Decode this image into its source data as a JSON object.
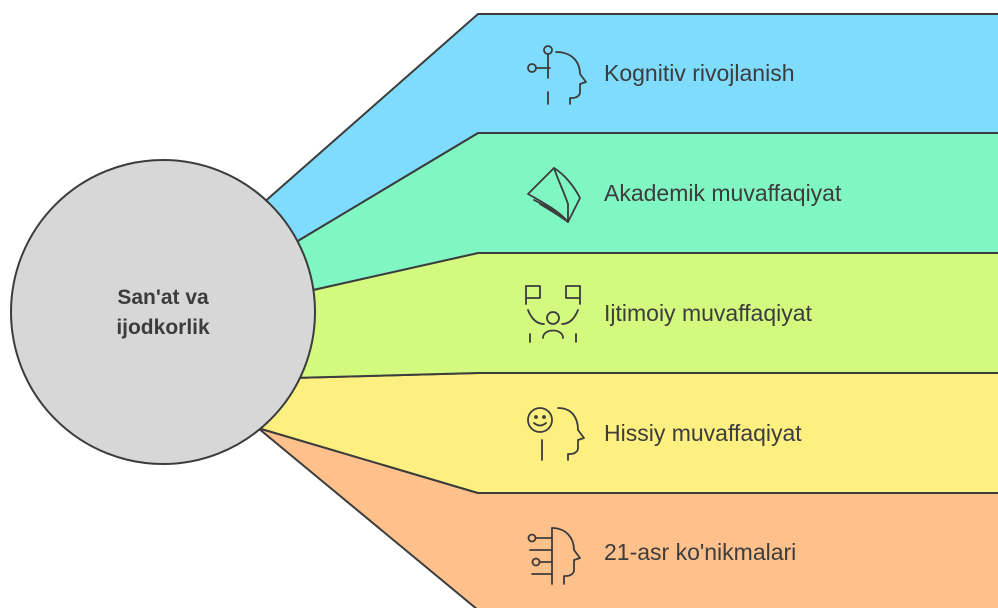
{
  "hub": {
    "line1": "San'at va",
    "line2": "ijodkorlik",
    "color": "#d7d7d7"
  },
  "branches": [
    {
      "label": "Kognitiv rivojlanish",
      "icon": "head-network-icon",
      "color": "#7fdcfd"
    },
    {
      "label": "Akademik muvaffaqiyat",
      "icon": "open-book-icon",
      "color": "#80f6c2"
    },
    {
      "label": "Ijtimoiy muvaffaqiyat",
      "icon": "group-people-icon",
      "color": "#d3f97f"
    },
    {
      "label": "Hissiy muvaffaqiyat",
      "icon": "emotional-head-icon",
      "color": "#fdf080"
    },
    {
      "label": "21-asr ko'nikmalari",
      "icon": "head-circuit-icon",
      "color": "#fec18c"
    }
  ]
}
